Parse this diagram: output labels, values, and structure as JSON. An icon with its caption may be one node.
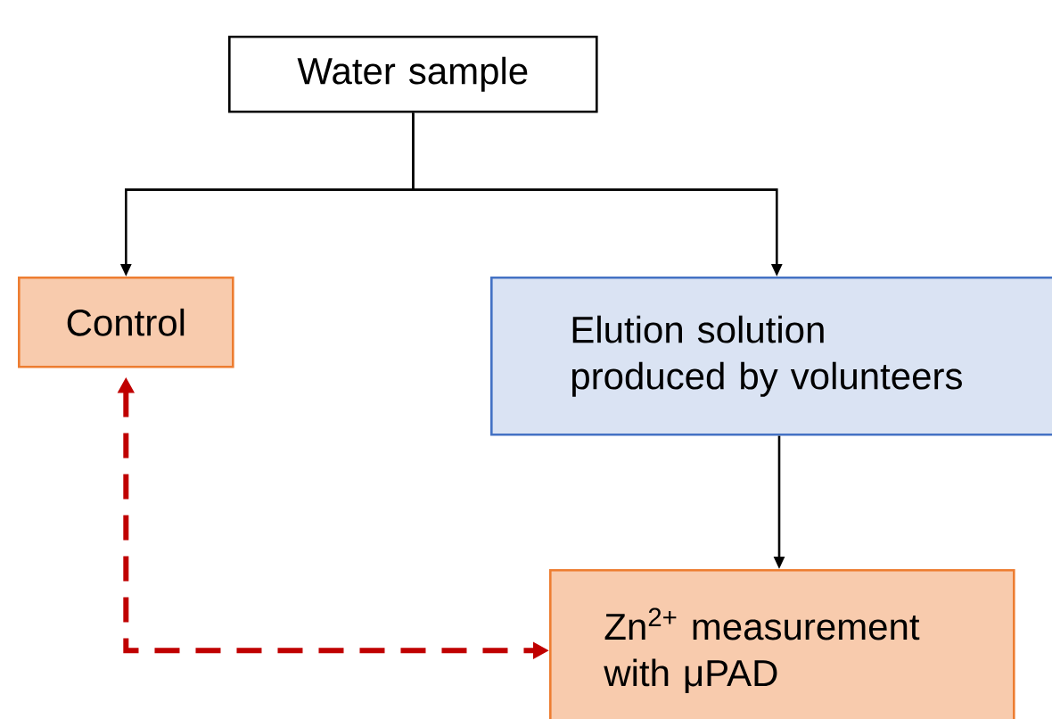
{
  "diagram": {
    "nodes": [
      {
        "text": [
          "Water sample"
        ]
      },
      {
        "text": [
          "Control"
        ]
      },
      {
        "text": [
          "Elution solution produced by volunteers"
        ]
      },
      {
        "text": [
          "Zn$^{2+}$ measurement with μPAD"
        ]
      }
    ],
    "edges": [
      {
        "from": 0,
        "to": 1,
        "arrow": "to"
      },
      {
        "from": 0,
        "to": 2,
        "arrow": "to"
      },
      {
        "from": 2,
        "to": 3,
        "arrow": "to"
      },
      {
        "from": 1,
        "to": 3,
        "arrow": "both",
        "style": "dashed",
        "color": "#c00000"
      }
    ]
  }
}
